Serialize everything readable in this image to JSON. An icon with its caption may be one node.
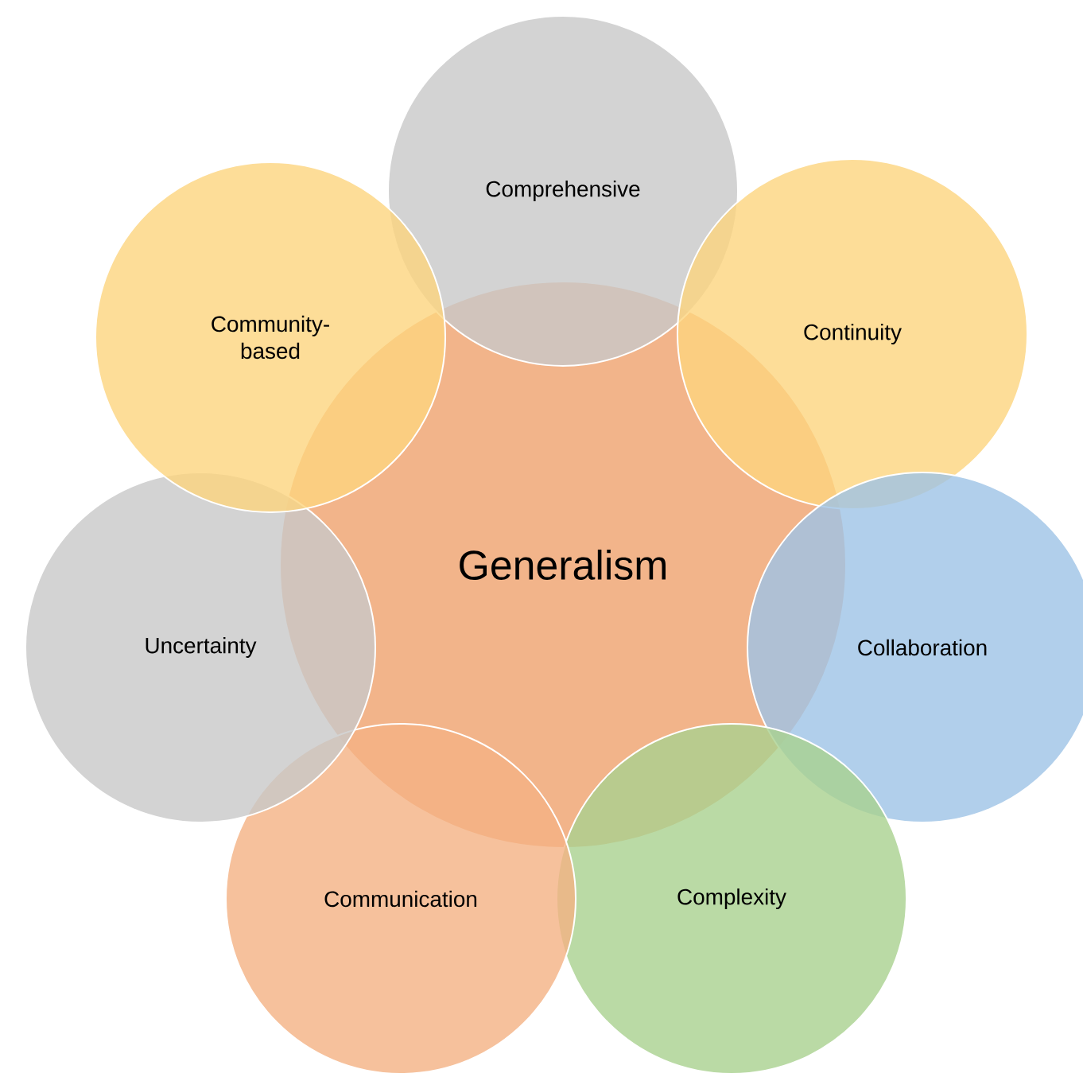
{
  "diagram": {
    "nodes": [
      {
        "text": [
          "Generalism"
        ]
      },
      {
        "text": [
          "Comprehensive"
        ]
      },
      {
        "text": [
          "Continuity"
        ]
      },
      {
        "text": [
          "Collaboration"
        ]
      },
      {
        "text": [
          "Complexity"
        ]
      },
      {
        "text": [
          "Communication"
        ]
      },
      {
        "text": [
          "Uncertainty"
        ]
      },
      {
        "text": [
          "Community- based"
        ]
      }
    ]
  }
}
